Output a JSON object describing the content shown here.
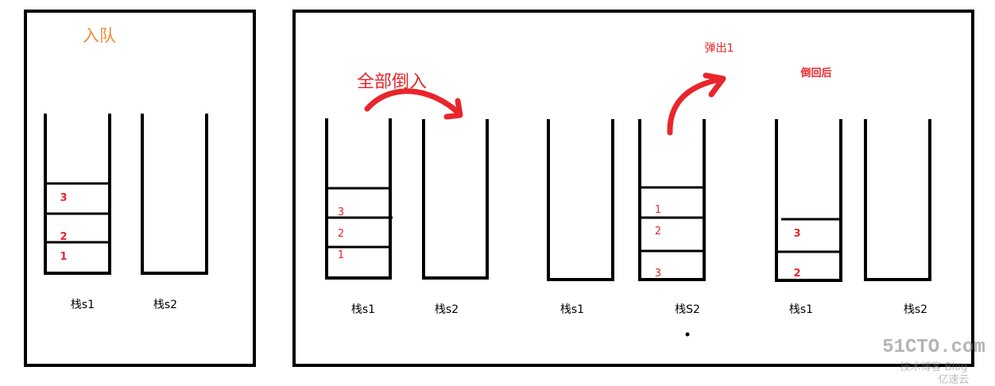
{
  "left_panel": {
    "title": "入队",
    "title_color": "#f08a3c",
    "stack1": {
      "label": "栈s1",
      "items": [
        "3",
        "2",
        "1"
      ]
    },
    "stack2": {
      "label": "栈s2"
    }
  },
  "right_panel": {
    "step1": {
      "annotation": "全部倒入",
      "stack1": {
        "label": "栈s1",
        "items": [
          "3",
          "2",
          "1"
        ]
      },
      "stack2": {
        "label": "栈s2"
      }
    },
    "step2": {
      "annotation": "弹出1",
      "stack1": {
        "label": "栈s1"
      },
      "stack2": {
        "label": "栈S2",
        "items": [
          "1",
          "2",
          "3"
        ]
      }
    },
    "step3": {
      "annotation": "倒回后",
      "stack1": {
        "label": "栈s1",
        "items": [
          "3",
          "2"
        ]
      },
      "stack2": {
        "label": "栈s2"
      }
    }
  },
  "accent_color": "#e8262b",
  "watermark": {
    "line1": "51CTO.com",
    "line2": "技术博客 Blog",
    "line3": "亿速云"
  }
}
